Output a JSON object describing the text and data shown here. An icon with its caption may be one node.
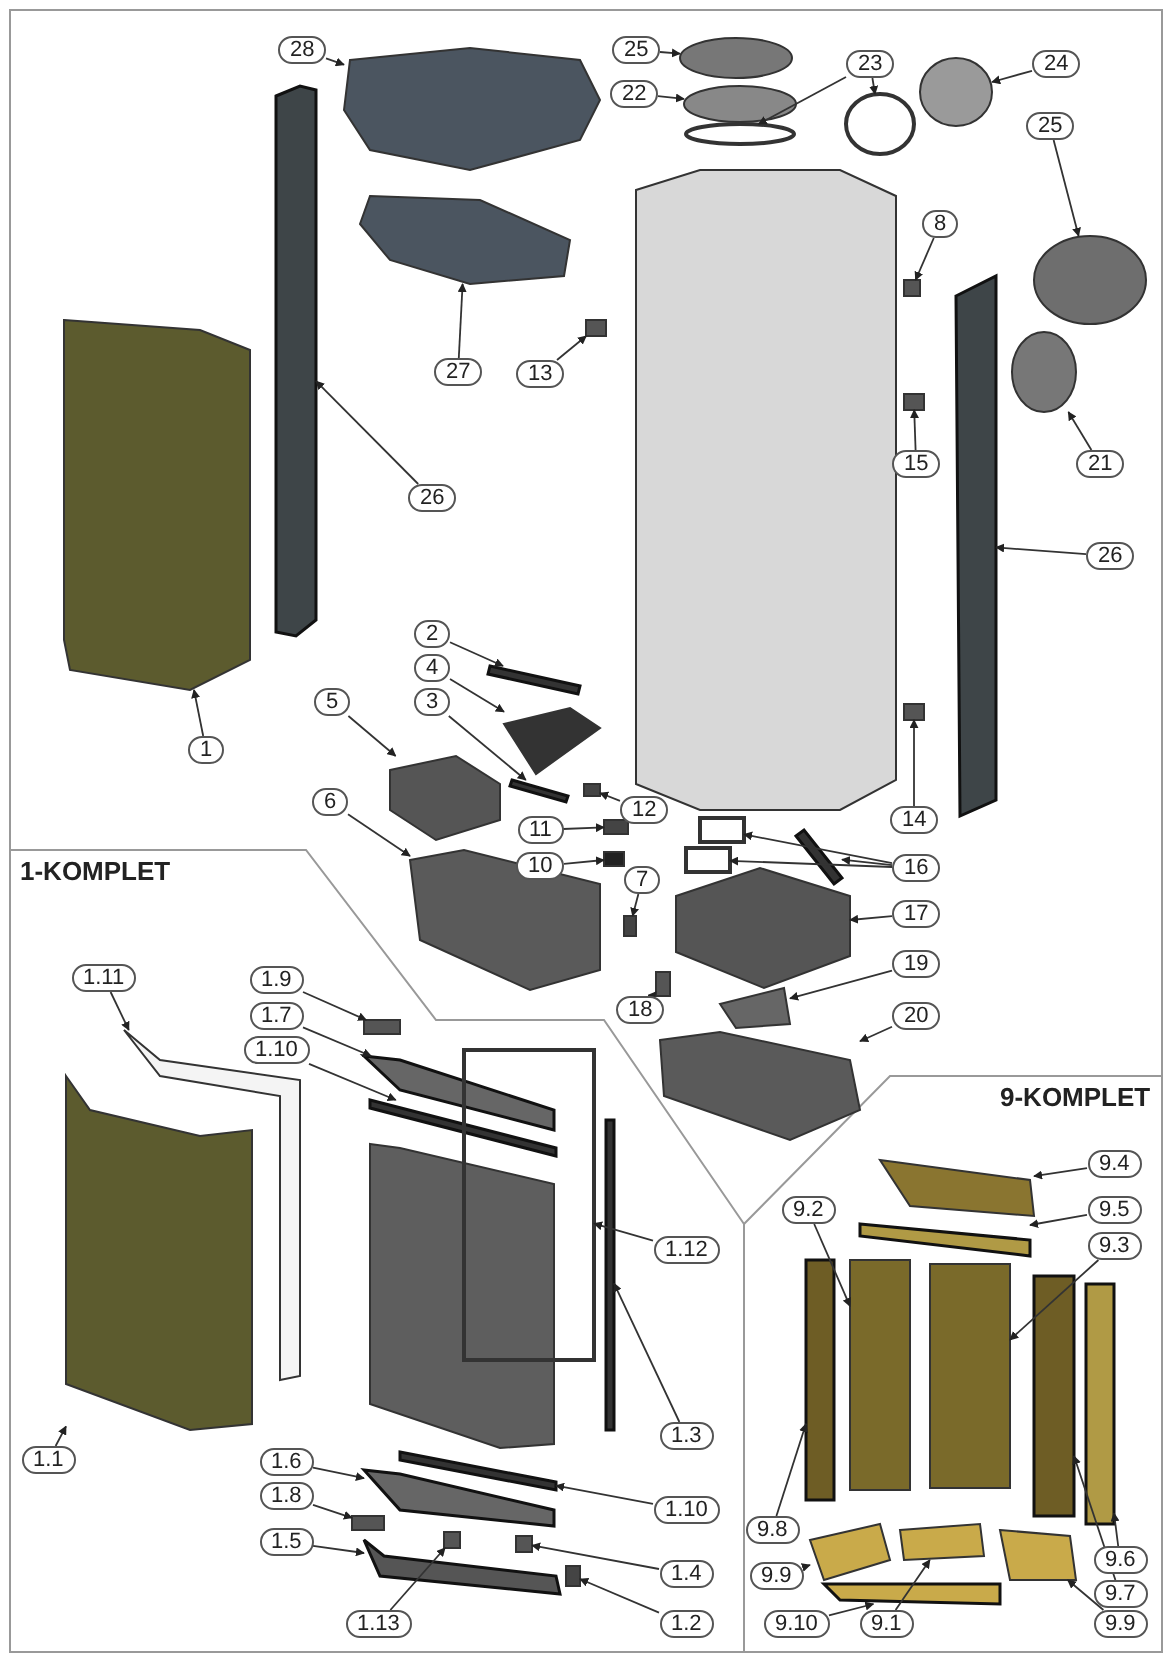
{
  "diagram": {
    "nodes": [
      {
        "text": [
          "28"
        ]
      },
      {
        "text": [
          "25"
        ]
      },
      {
        "text": [
          "23"
        ]
      },
      {
        "text": [
          "24"
        ]
      },
      {
        "text": [
          "22"
        ]
      },
      {
        "text": [
          "8"
        ]
      },
      {
        "text": [
          "25"
        ]
      },
      {
        "text": [
          "13"
        ]
      },
      {
        "text": [
          "27"
        ]
      },
      {
        "text": [
          "21"
        ]
      },
      {
        "text": [
          "15"
        ]
      },
      {
        "text": [
          "26"
        ]
      },
      {
        "text": [
          "26"
        ]
      },
      {
        "text": [
          "1"
        ]
      },
      {
        "text": [
          "2"
        ]
      },
      {
        "text": [
          "4"
        ]
      },
      {
        "text": [
          "3"
        ]
      },
      {
        "text": [
          "12"
        ]
      },
      {
        "text": [
          "14"
        ]
      },
      {
        "text": [
          "5"
        ]
      },
      {
        "text": [
          "6"
        ]
      },
      {
        "text": [
          "11"
        ]
      },
      {
        "text": [
          "10"
        ]
      },
      {
        "text": [
          "16"
        ]
      },
      {
        "text": [
          "7"
        ]
      },
      {
        "text": [
          "17"
        ]
      },
      {
        "text": [
          "18"
        ]
      },
      {
        "text": [
          "19"
        ]
      },
      {
        "text": [
          "20"
        ]
      },
      {
        "text": [
          "1.11"
        ]
      },
      {
        "text": [
          "1.9"
        ]
      },
      {
        "text": [
          "1.7"
        ]
      },
      {
        "text": [
          "1.10"
        ]
      },
      {
        "text": [
          "1.12"
        ]
      },
      {
        "text": [
          "1.1"
        ]
      },
      {
        "text": [
          "1.3"
        ]
      },
      {
        "text": [
          "1.6"
        ]
      },
      {
        "text": [
          "1.10"
        ]
      },
      {
        "text": [
          "1.8"
        ]
      },
      {
        "text": [
          "1.5"
        ]
      },
      {
        "text": [
          "1.4"
        ]
      },
      {
        "text": [
          "1.13"
        ]
      },
      {
        "text": [
          "1.2"
        ]
      },
      {
        "text": [
          "9.4"
        ]
      },
      {
        "text": [
          "9.2"
        ]
      },
      {
        "text": [
          "9.5"
        ]
      },
      {
        "text": [
          "9.3"
        ]
      },
      {
        "text": [
          "9.8"
        ]
      },
      {
        "text": [
          "9.6"
        ]
      },
      {
        "text": [
          "9.9"
        ]
      },
      {
        "text": [
          "9.7"
        ]
      },
      {
        "text": [
          "9.9"
        ]
      },
      {
        "text": [
          "9.10"
        ]
      },
      {
        "text": [
          "9.1"
        ]
      },
      {
        "text": [],
        "shape": "box"
      },
      {
        "text": [],
        "shape": "circle"
      },
      {
        "text": [],
        "shape": "circle"
      },
      {
        "text": [],
        "shape": "circle"
      },
      {
        "text": [],
        "shape": "circle"
      },
      {
        "text": [],
        "shape": "circle"
      },
      {
        "text": [],
        "shape": "box"
      },
      {
        "text": [],
        "shape": "circle"
      },
      {
        "text": [],
        "shape": "box"
      },
      {
        "text": [],
        "shape": "box"
      },
      {
        "text": [],
        "shape": "circle"
      },
      {
        "text": [],
        "shape": "box"
      },
      {
        "text": [],
        "shape": "bar"
      },
      {
        "text": [],
        "shape": "bar"
      },
      {
        "text": [],
        "shape": "box"
      },
      {
        "text": [],
        "shape": "bar"
      },
      {
        "text": [],
        "shape": "box"
      },
      {
        "text": [],
        "shape": "bar"
      },
      {
        "text": [],
        "shape": "box"
      },
      {
        "text": [],
        "shape": "box"
      },
      {
        "text": [],
        "shape": "box"
      },
      {
        "text": [],
        "shape": "box"
      },
      {
        "text": [],
        "shape": "box"
      },
      {
        "text": [],
        "shape": "box"
      },
      {
        "text": [],
        "shape": "box"
      },
      {
        "text": [],
        "shape": "box"
      },
      {
        "text": [],
        "shape": "bar"
      },
      {
        "text": [],
        "shape": "box"
      },
      {
        "text": [],
        "shape": "box"
      },
      {
        "text": [],
        "shape": "box"
      },
      {
        "text": [],
        "shape": "box"
      },
      {
        "text": [],
        "shape": "box"
      },
      {
        "text": [],
        "shape": "box"
      },
      {
        "text": [],
        "shape": "box"
      },
      {
        "text": [],
        "shape": "bar"
      },
      {
        "text": [],
        "shape": "bar"
      },
      {
        "text": [],
        "shape": "box"
      },
      {
        "text": [],
        "shape": "box"
      },
      {
        "text": [],
        "shape": "bar"
      },
      {
        "text": [],
        "shape": "bar"
      },
      {
        "text": [],
        "shape": "bar"
      },
      {
        "text": [],
        "shape": "box"
      },
      {
        "text": [],
        "shape": "bar"
      },
      {
        "text": [],
        "shape": "box"
      },
      {
        "text": [],
        "shape": "box"
      },
      {
        "text": [],
        "shape": "box"
      },
      {
        "text": [],
        "shape": "box"
      },
      {
        "text": [],
        "shape": "box"
      },
      {
        "text": [],
        "shape": "bar"
      },
      {
        "text": [],
        "shape": "box"
      },
      {
        "text": [],
        "shape": "bar"
      },
      {
        "text": [],
        "shape": "bar"
      },
      {
        "text": [],
        "shape": "box"
      },
      {
        "text": [],
        "shape": "bar"
      },
      {
        "text": [],
        "shape": "box"
      },
      {
        "text": [],
        "shape": "bar"
      },
      {
        "text": [],
        "shape": "box"
      }
    ],
    "edges": [
      {
        "from": 0,
        "to": 54,
        "arrow": "to"
      },
      {
        "from": 1,
        "to": 55,
        "arrow": "to"
      },
      {
        "from": 2,
        "to": 56,
        "arrow": "to"
      },
      {
        "from": 2,
        "to": 57,
        "arrow": "to"
      },
      {
        "from": 3,
        "to": 58,
        "arrow": "to"
      },
      {
        "from": 4,
        "to": 59,
        "arrow": "to"
      },
      {
        "from": 5,
        "to": 60,
        "arrow": "to"
      },
      {
        "from": 6,
        "to": 61,
        "arrow": "to"
      },
      {
        "from": 7,
        "to": 62,
        "arrow": "to"
      },
      {
        "from": 8,
        "to": 63,
        "arrow": "to"
      },
      {
        "from": 9,
        "to": 64,
        "arrow": "to"
      },
      {
        "from": 10,
        "to": 65,
        "arrow": "to"
      },
      {
        "from": 11,
        "to": 66,
        "arrow": "to"
      },
      {
        "from": 12,
        "to": 67,
        "arrow": "to"
      },
      {
        "from": 13,
        "to": 68,
        "arrow": "to"
      },
      {
        "from": 14,
        "to": 69,
        "arrow": "to"
      },
      {
        "from": 15,
        "to": 70,
        "arrow": "to"
      },
      {
        "from": 16,
        "to": 71,
        "arrow": "to"
      },
      {
        "from": 17,
        "to": 72,
        "arrow": "to"
      },
      {
        "from": 18,
        "to": 73,
        "arrow": "to"
      },
      {
        "from": 19,
        "to": 74,
        "arrow": "to"
      },
      {
        "from": 20,
        "to": 75,
        "arrow": "to"
      },
      {
        "from": 21,
        "to": 76,
        "arrow": "to"
      },
      {
        "from": 22,
        "to": 77,
        "arrow": "to"
      },
      {
        "from": 23,
        "to": 78,
        "arrow": "to"
      },
      {
        "from": 23,
        "to": 79,
        "arrow": "to"
      },
      {
        "from": 23,
        "to": 80,
        "arrow": "to"
      },
      {
        "from": 24,
        "to": 81,
        "arrow": "to"
      },
      {
        "from": 25,
        "to": 82,
        "arrow": "to"
      },
      {
        "from": 26,
        "to": 83,
        "arrow": "to"
      },
      {
        "from": 27,
        "to": 84,
        "arrow": "to"
      },
      {
        "from": 28,
        "to": 85,
        "arrow": "to"
      },
      {
        "from": 29,
        "to": 86,
        "arrow": "to"
      },
      {
        "from": 30,
        "to": 87,
        "arrow": "to"
      },
      {
        "from": 31,
        "to": 88,
        "arrow": "to"
      },
      {
        "from": 32,
        "to": 89,
        "arrow": "to"
      },
      {
        "from": 33,
        "to": 90,
        "arrow": "to"
      },
      {
        "from": 34,
        "to": 91,
        "arrow": "to"
      },
      {
        "from": 35,
        "to": 92,
        "arrow": "to"
      },
      {
        "from": 36,
        "to": 93,
        "arrow": "to"
      },
      {
        "from": 37,
        "to": 94,
        "arrow": "to"
      },
      {
        "from": 38,
        "to": 95,
        "arrow": "to"
      },
      {
        "from": 39,
        "to": 96,
        "arrow": "to"
      },
      {
        "from": 40,
        "to": 97,
        "arrow": "to"
      },
      {
        "from": 41,
        "to": 98,
        "arrow": "to"
      },
      {
        "from": 42,
        "to": 99,
        "arrow": "to"
      },
      {
        "from": 43,
        "to": 100,
        "arrow": "to"
      },
      {
        "from": 44,
        "to": 101,
        "arrow": "to"
      },
      {
        "from": 45,
        "to": 102,
        "arrow": "to"
      },
      {
        "from": 46,
        "to": 103,
        "arrow": "to"
      },
      {
        "from": 47,
        "to": 104,
        "arrow": "to"
      },
      {
        "from": 48,
        "to": 105,
        "arrow": "to"
      },
      {
        "from": 49,
        "to": 106,
        "arrow": "to"
      },
      {
        "from": 50,
        "to": 107,
        "arrow": "to"
      },
      {
        "from": 51,
        "to": 108,
        "arrow": "to"
      },
      {
        "from": 52,
        "to": 109,
        "arrow": "to"
      },
      {
        "from": 53,
        "to": 110,
        "arrow": "to"
      }
    ],
    "labels": [
      "1-KOMPLET",
      "9-KOMPLET"
    ]
  }
}
